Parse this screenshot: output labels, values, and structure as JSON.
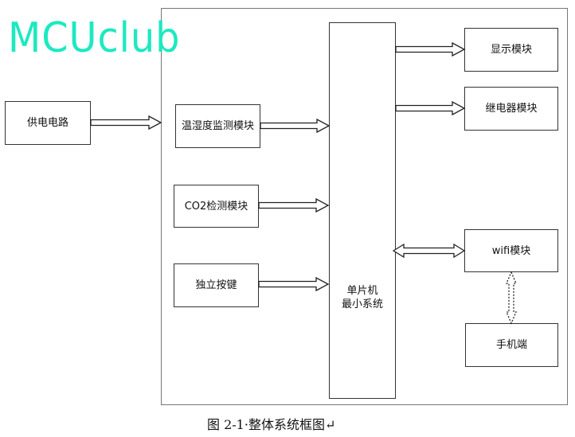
{
  "watermark": "MCUclub",
  "blocks": {
    "power": "供电电路",
    "temp_humidity": "温湿度监测模块",
    "co2": "CO2检测模块",
    "keys": "独立按键",
    "mcu_line1": "单片机",
    "mcu_line2": "最小系统",
    "display": "显示模块",
    "relay": "继电器模块",
    "wifi": "wifi模块",
    "phone": "手机端"
  },
  "caption": "图 2-1·整体系统框图↵"
}
